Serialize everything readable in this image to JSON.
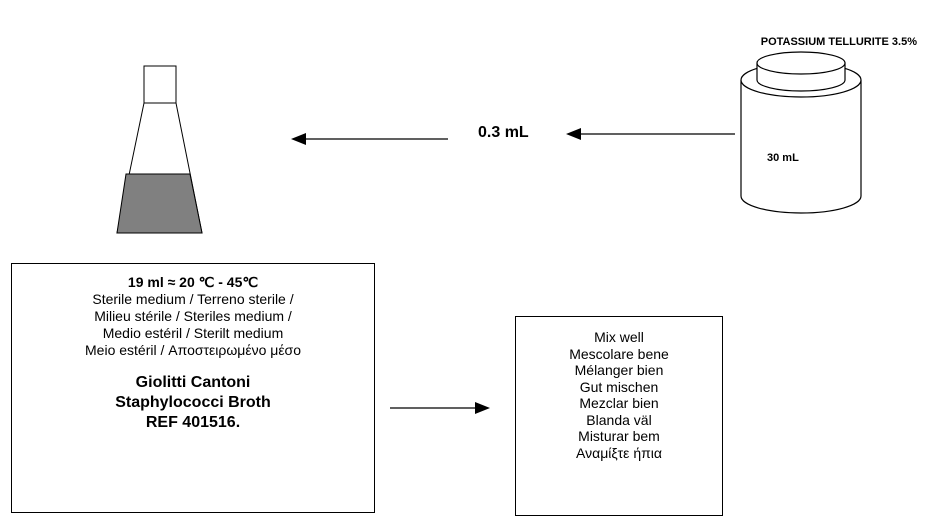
{
  "reagent": {
    "name": "POTASSIUM TELLURITE 3.5%",
    "vial_volume": "30 mL",
    "transfer_volume": "0.3 mL"
  },
  "medium_box": {
    "temperature": "19 ml ≈ 20 ℃ - 45℃",
    "description": [
      "Sterile medium / Terreno sterile /",
      "Milieu stérile / Steriles medium /",
      "Medio estéril / Sterilt medium",
      "Meio estéril /  Αποστειρωμένο μέσο"
    ],
    "product": [
      "Giolitti Cantoni",
      "Staphylococci Broth",
      "REF 401516."
    ]
  },
  "mix_box": {
    "instructions": [
      "Mix well",
      "Mescolare bene",
      "Mélanger bien",
      "Gut mischen",
      "Mezclar bien",
      "Blanda väl",
      "Misturar bem",
      "Αναμίξτε ήπια"
    ]
  },
  "colors": {
    "broth_fill": "#808080",
    "line": "#000000"
  }
}
